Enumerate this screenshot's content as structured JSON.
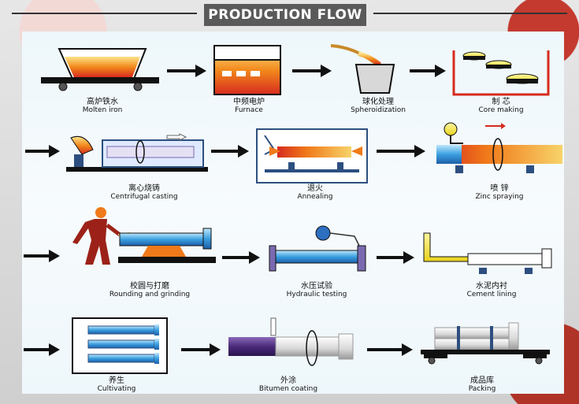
{
  "header": {
    "title": "PRODUCTION FLOW"
  },
  "steps": [
    {
      "zh": "高炉铁水",
      "en": "Molten iron"
    },
    {
      "zh": "中频电炉",
      "en": "Furnace"
    },
    {
      "zh": "球化处理",
      "en": "Spheroidization"
    },
    {
      "zh": "制 芯",
      "en": "Core making"
    },
    {
      "zh": "离心烧铸",
      "en": "Centrifugal casting"
    },
    {
      "zh": "退火",
      "en": "Annealing"
    },
    {
      "zh": "喷 锌",
      "en": "Zinc spraying"
    },
    {
      "zh": "校圆与打磨",
      "en": "Rounding and grinding"
    },
    {
      "zh": "水压试验",
      "en": "Hydraulic testing"
    },
    {
      "zh": "水泥内衬",
      "en": "Cement lining"
    },
    {
      "zh": "养生",
      "en": "Cultivating"
    },
    {
      "zh": "外涂",
      "en": "Bitumen coating"
    },
    {
      "zh": "成品库",
      "en": "Packing"
    }
  ],
  "colors": {
    "pipe_blue": "#3aa0e0",
    "hot_orange": "#f07a1a",
    "hot_red": "#d62b1e",
    "dark": "#111111",
    "purple": "#4b2a7a"
  }
}
